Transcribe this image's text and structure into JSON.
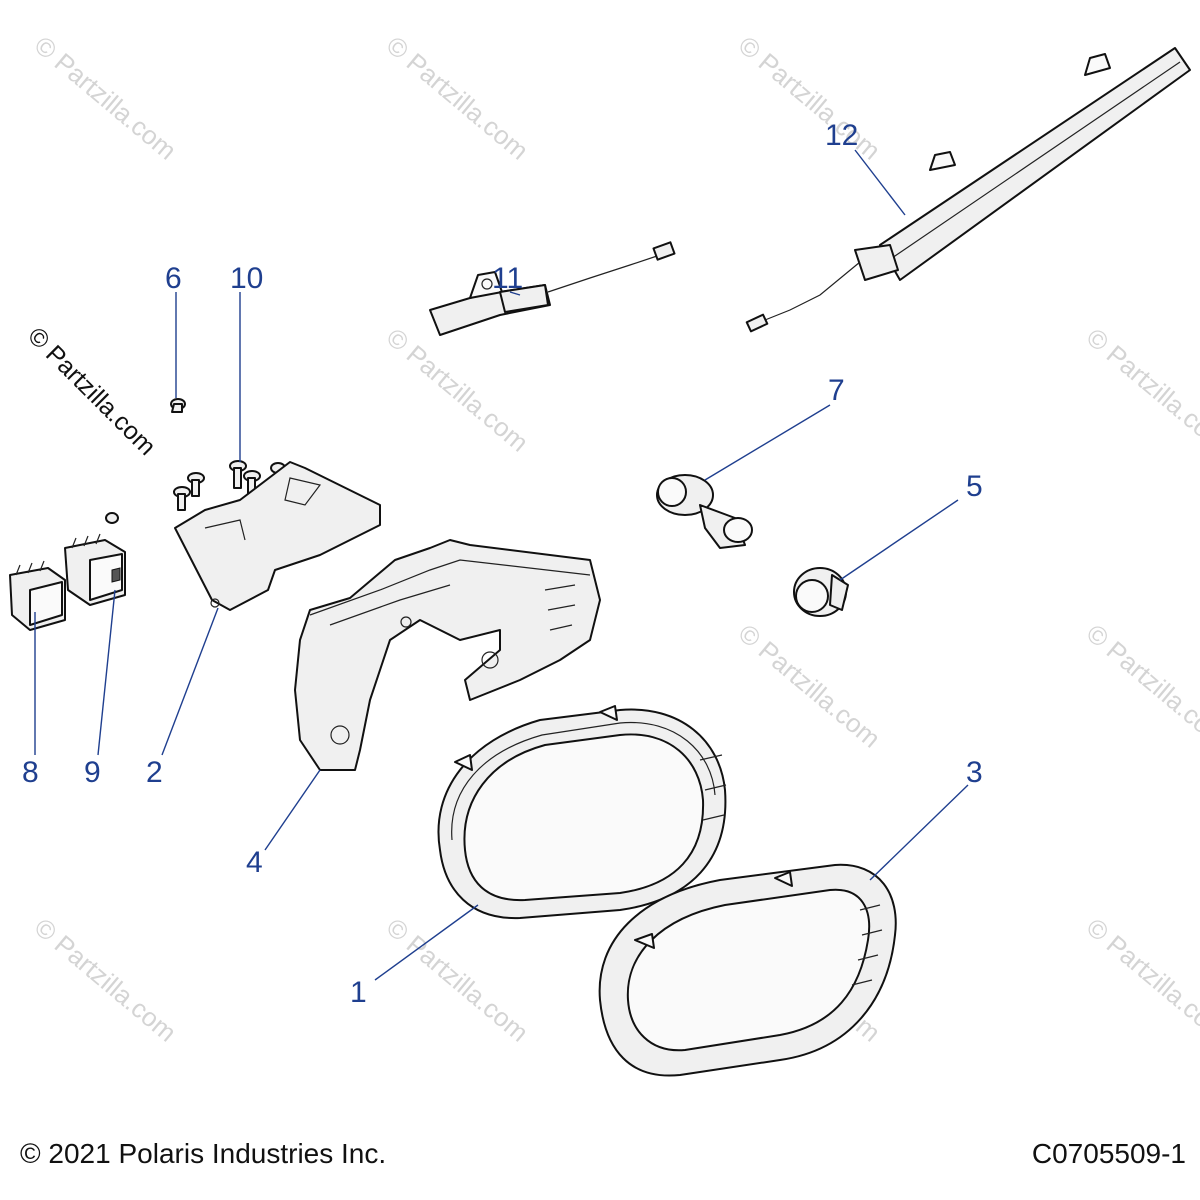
{
  "watermark": {
    "text": "© Partzilla.com"
  },
  "side_watermark": {
    "text": "© Partzilla.com"
  },
  "callouts": [
    "1",
    "2",
    "3",
    "4",
    "5",
    "6",
    "7",
    "8",
    "9",
    "10",
    "11",
    "12"
  ],
  "footer": {
    "copyright": "© 2021 Polaris Industries Inc.",
    "part_code": "C0705509-1"
  },
  "colors": {
    "callout": "#1f3f8f",
    "watermark": "#d4d4d4",
    "linework": "#111111"
  }
}
